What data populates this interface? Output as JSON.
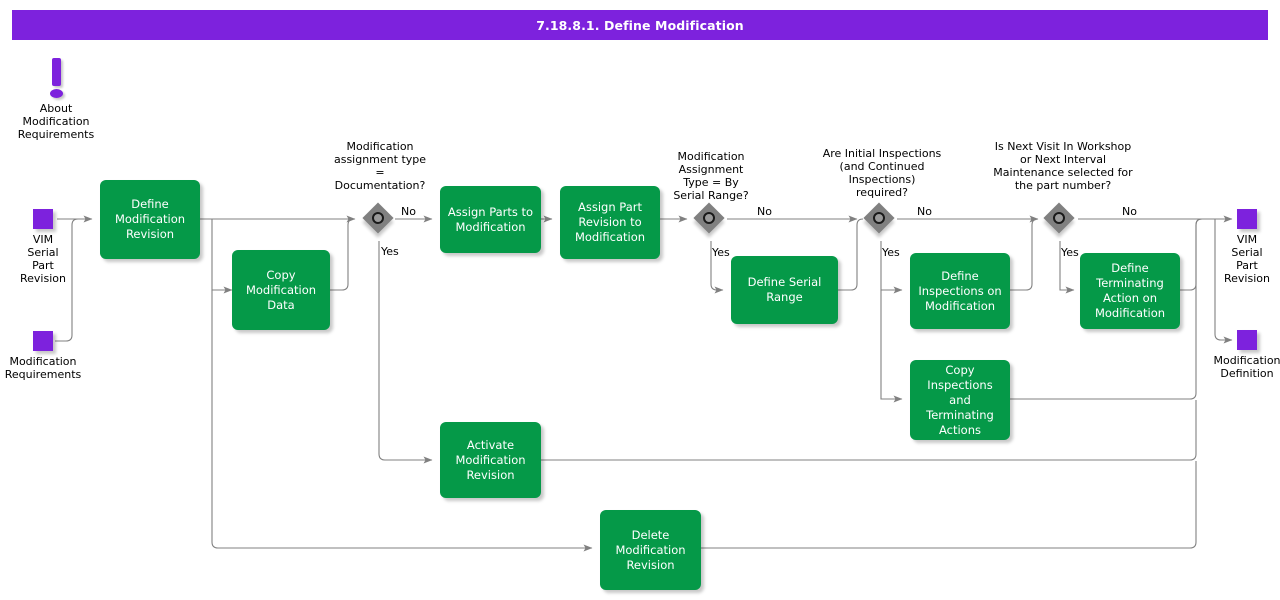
{
  "header": {
    "title": "7.18.8.1. Define Modification"
  },
  "colors": {
    "title_bar": "#7D22DD",
    "process": "#059948",
    "entity": "#7D22DD",
    "decision": "#808080",
    "edge": "#808080",
    "text_on_process": "#FFFFFF"
  },
  "note": {
    "icon": "exclamation-icon",
    "label": "About\nModification\nRequirements",
    "line1": "About",
    "line2": "Modification",
    "line3": "Requirements"
  },
  "entities": {
    "in_vim_serial_part_revision": {
      "line1": "VIM",
      "line2": "Serial",
      "line3": "Part",
      "line4": "Revision"
    },
    "in_modification_requirements": {
      "line1": "Modification",
      "line2": "Requirements"
    },
    "out_vim_serial_part_revision": {
      "line1": "VIM",
      "line2": "Serial",
      "line3": "Part",
      "line4": "Revision"
    },
    "out_modification_definition": {
      "line1": "Modification",
      "line2": "Definition"
    }
  },
  "processes": {
    "define_modification_revision": "Define\nModification\nRevision",
    "copy_modification_data": "Copy\nModification\nData",
    "assign_parts_to_modification": "Assign Parts to\nModification",
    "assign_part_revision_to_modification": "Assign Part\nRevision to\nModification",
    "define_serial_range": "Define Serial\nRange",
    "define_inspections_on_modification": "Define\nInspections on\nModification",
    "copy_inspections_and_terminating_actions": "Copy\nInspections and\nTerminating\nActions",
    "define_terminating_action_on_modification": "Define\nTerminating\nAction on\nModification",
    "activate_modification_revision": "Activate\nModification\nRevision",
    "delete_modification_revision": "Delete\nModification\nRevision"
  },
  "decisions": {
    "d1": {
      "question": "Modification\nassignment type\n=\nDocumentation?",
      "q_line1": "Modification",
      "q_line2": "assignment type",
      "q_line3": "=",
      "q_line4": "Documentation?",
      "branch_no": "No",
      "branch_yes": "Yes"
    },
    "d2": {
      "question": "Modification\nAssignment\nType = By\nSerial Range?",
      "q_line1": "Modification",
      "q_line2": "Assignment",
      "q_line3": "Type = By",
      "q_line4": "Serial Range?",
      "branch_no": "No",
      "branch_yes": "Yes"
    },
    "d3": {
      "question": "Are Initial Inspections\n(and Continued\nInspections)\nrequired?",
      "q_line1": "Are Initial Inspections",
      "q_line2": "(and Continued",
      "q_line3": "Inspections)",
      "q_line4": "required?",
      "branch_no": "No",
      "branch_yes": "Yes"
    },
    "d4": {
      "question": "Is Next Visit In Workshop\nor Next Interval\nMaintenance selected for\nthe part number?",
      "q_line1": "Is Next Visit In Workshop",
      "q_line2": "or Next Interval",
      "q_line3": "Maintenance selected for",
      "q_line4": "the part number?",
      "branch_no": "No",
      "branch_yes": "Yes"
    }
  }
}
